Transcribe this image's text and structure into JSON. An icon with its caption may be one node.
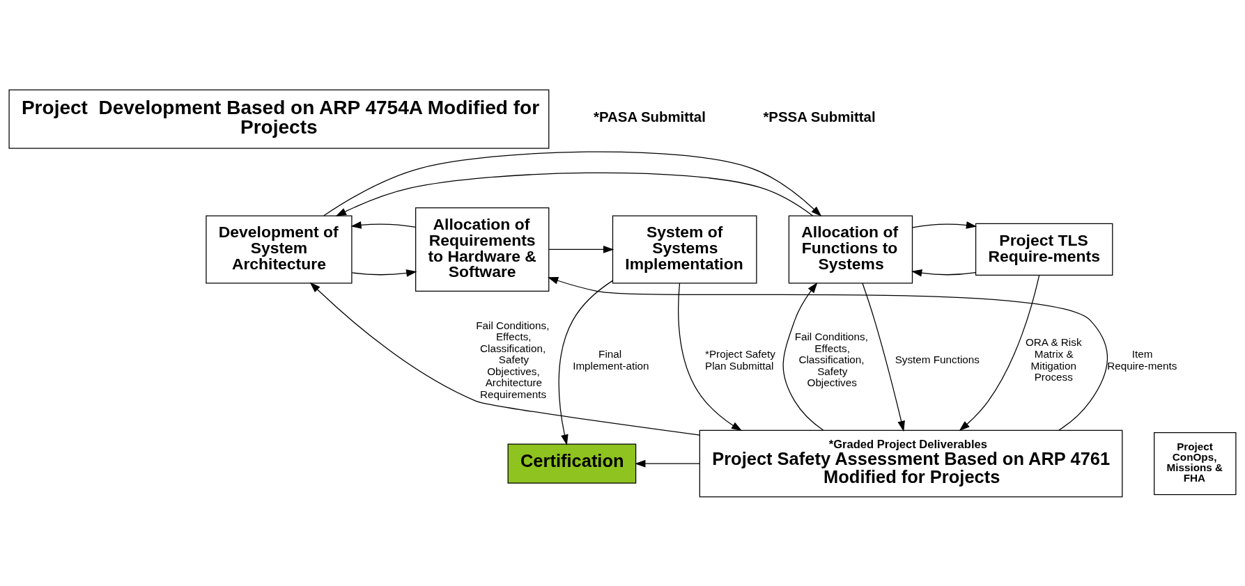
{
  "diagram": {
    "nodes": [
      {
        "text": [
          "Project  Development Based on ARP 4754A Modified for Projects"
        ]
      },
      {
        "text": [
          "Project TLS Require-ments"
        ]
      },
      {
        "text": [
          "Allocation of Functions to Systems"
        ]
      },
      {
        "text": [
          "Development of System Architecture"
        ]
      },
      {
        "text": [
          "Allocation of Requirements to Hardware & Software"
        ]
      },
      {
        "text": [
          "System of Systems Implementation"
        ]
      },
      {
        "text": [
          "Project ConOps, Missions & FHA"
        ]
      },
      {
        "text": [
          "*Graded Project Deliverables",
          "Project Safety Assessment Based on ARP 4761 Modified for Projects"
        ]
      },
      {
        "text": [
          "Certification"
        ]
      }
    ],
    "edges": [
      {
        "from": 1,
        "to": 2,
        "arrow": "to"
      },
      {
        "from": 2,
        "to": 1,
        "arrow": "to"
      },
      {
        "from": 2,
        "to": 3,
        "arrow": "to"
      },
      {
        "from": 3,
        "to": 2,
        "arrow": "to"
      },
      {
        "from": 3,
        "to": 4,
        "arrow": "to"
      },
      {
        "from": 4,
        "to": 3,
        "arrow": "to"
      },
      {
        "from": 4,
        "to": 5,
        "arrow": "to"
      },
      {
        "from": 1,
        "to": 7,
        "arrow": "to",
        "label": "ORA & Risk Matrix & Mitigation Process"
      },
      {
        "from": 7,
        "to": 2,
        "arrow": "to",
        "label": "Fail Conditions, Effects, Classification, Safety Objectives"
      },
      {
        "from": 2,
        "to": 7,
        "arrow": "to",
        "label": "System Functions"
      },
      {
        "from": 7,
        "to": 3,
        "arrow": "to",
        "label": "Fail Conditions, Effects, Classification, Safety Objectives, Architecture Requirements"
      },
      {
        "from": 7,
        "to": 4,
        "arrow": "to",
        "label": "Item Require-ments"
      },
      {
        "from": 5,
        "to": 7,
        "arrow": "to",
        "label": "*Project Safety Plan Submittal"
      },
      {
        "from": 5,
        "to": 8,
        "arrow": "to",
        "label": "Final Implement-ation"
      },
      {
        "from": 7,
        "to": 8,
        "arrow": "to"
      }
    ],
    "labels": [
      "*PASA Submittal",
      "*PSSA Submittal"
    ]
  }
}
